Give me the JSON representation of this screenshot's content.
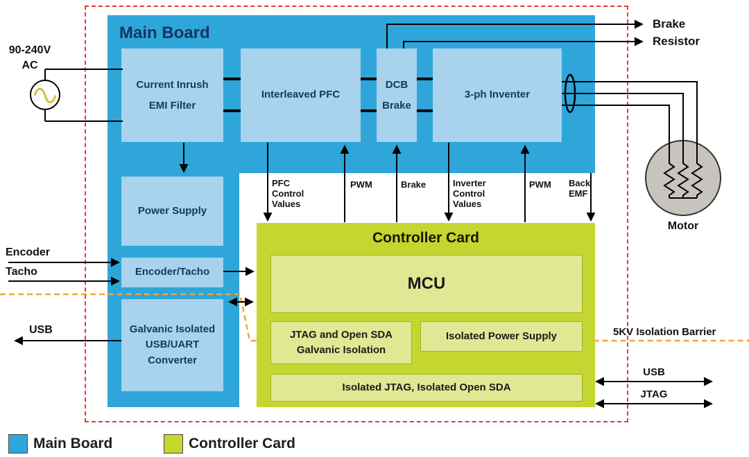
{
  "main_board": {
    "title": "Main Board",
    "blocks": {
      "emi": [
        "Current Inrush",
        "EMI Filter"
      ],
      "pfc": "Interleaved PFC",
      "dcb": [
        "DCB",
        "Brake"
      ],
      "inverter": "3-ph Inventer",
      "power_supply": "Power Supply",
      "encoder_tacho": "Encoder/Tacho",
      "galvanic": [
        "Galvanic Isolated",
        "USB/UART",
        "Converter"
      ]
    }
  },
  "controller_card": {
    "title": "Controller Card",
    "mcu": "MCU",
    "jtag_isolation": [
      "JTAG and Open SDA",
      "Galvanic Isolation"
    ],
    "isolated_power": "Isolated Power Supply",
    "isolated_jtag": "Isolated JTAG, Isolated Open SDA"
  },
  "signals": {
    "pfc_control": [
      "PFC",
      "Control",
      "Values"
    ],
    "pwm_left": "PWM",
    "brake": "Brake",
    "inverter_control": [
      "Inverter",
      "Control",
      "Values"
    ],
    "pwm_right": "PWM",
    "back_emf": [
      "Back",
      "EMF"
    ]
  },
  "external": {
    "ac_source": [
      "90-240V",
      "AC"
    ],
    "encoder": "Encoder",
    "tacho": "Tacho",
    "usb_left": "USB",
    "brake_resistor": [
      "Brake",
      "Resistor"
    ],
    "motor": "Motor",
    "isolation_barrier": "5KV Isolation Barrier",
    "usb_right": "USB",
    "jtag_right": "JTAG"
  },
  "legend": {
    "main_board": "Main Board",
    "controller_card": "Controller Card"
  },
  "colors": {
    "main_board": "#2fa6d9",
    "main_board_block": "#a9d2ed",
    "controller_card": "#c4d62f",
    "controller_card_block": "#dfe993",
    "boundary_red": "#e8392d",
    "isolation_orange": "#f2a33c"
  }
}
